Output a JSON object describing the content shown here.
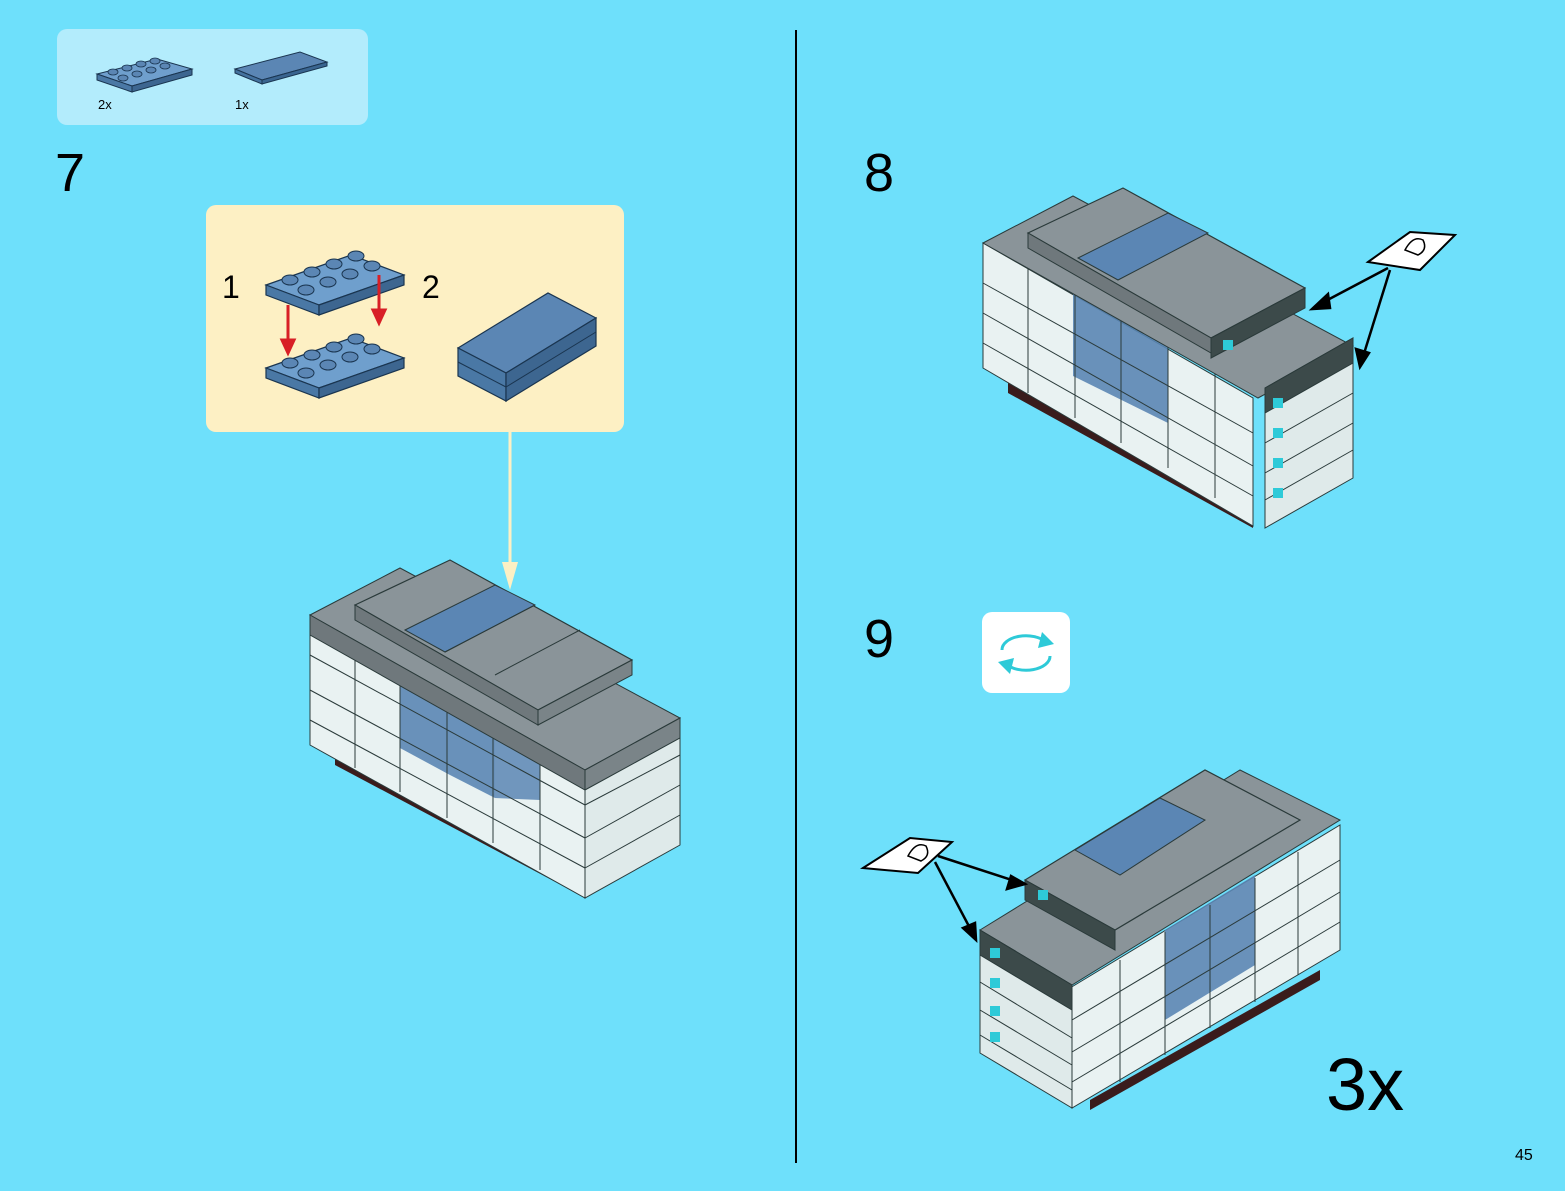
{
  "parts_list": {
    "items": [
      {
        "name": "plate-2x4",
        "qty": "2x"
      },
      {
        "name": "tile-2x4",
        "qty": "1x"
      }
    ]
  },
  "steps": {
    "step7": {
      "number": "7",
      "sub_steps": [
        "1",
        "2"
      ]
    },
    "step8": {
      "number": "8"
    },
    "step9": {
      "number": "9",
      "multiplier": "3x"
    }
  },
  "page_number": "45",
  "colors": {
    "background": "#6ee0fb",
    "parts_box": "#b3ecfc",
    "sub_box": "#fdf0c4",
    "brick_blue": "#5b86b4",
    "brick_gray": "#8a9499",
    "brick_white": "#e9f2f2",
    "arrow_red": "#d81f26",
    "arrow_cream": "#fdf0c4",
    "rotate_icon": "#2ecad8"
  },
  "icons": [
    "rotate-model-icon",
    "sticker-sheet-icon"
  ]
}
